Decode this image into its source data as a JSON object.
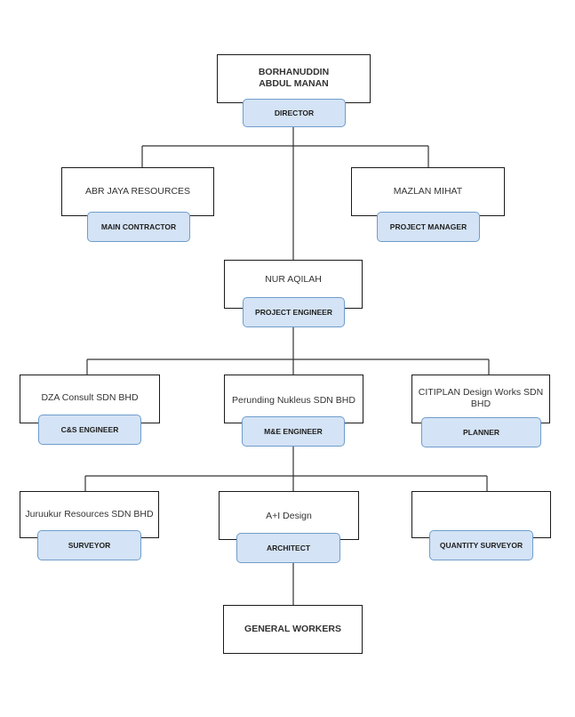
{
  "nodes": {
    "director": {
      "name_line1": "BORHANUDDIN",
      "name_line2": "ABDUL MANAN",
      "role": "DIRECTOR"
    },
    "main_contractor": {
      "name": "ABR JAYA RESOURCES",
      "role": "MAIN CONTRACTOR"
    },
    "project_manager": {
      "name": "MAZLAN MIHAT",
      "role": "PROJECT MANAGER"
    },
    "project_engineer": {
      "name": "NUR AQILAH",
      "role": "PROJECT ENGINEER"
    },
    "cs_engineer": {
      "name": "DZA Consult SDN BHD",
      "role": "C&S ENGINEER"
    },
    "me_engineer": {
      "name": "Perunding Nukleus SDN BHD",
      "role": "M&E ENGINEER"
    },
    "planner": {
      "name_line1": "CITIPLAN Design Works SDN",
      "name_line2": "BHD",
      "role": "PLANNER"
    },
    "surveyor": {
      "name": "Juruukur Resources SDN BHD",
      "role": "SURVEYOR"
    },
    "architect": {
      "name": "A+I Design",
      "role": "ARCHITECT"
    },
    "quantity_surveyor": {
      "name": "",
      "role": "QUANTITY SURVEYOR"
    },
    "general_workers": {
      "name": "GENERAL WORKERS"
    }
  },
  "colors": {
    "role_fill": "#d4e3f5",
    "role_border": "#6f9dcc",
    "box_border": "#1a1a1a",
    "line": "#333333"
  }
}
